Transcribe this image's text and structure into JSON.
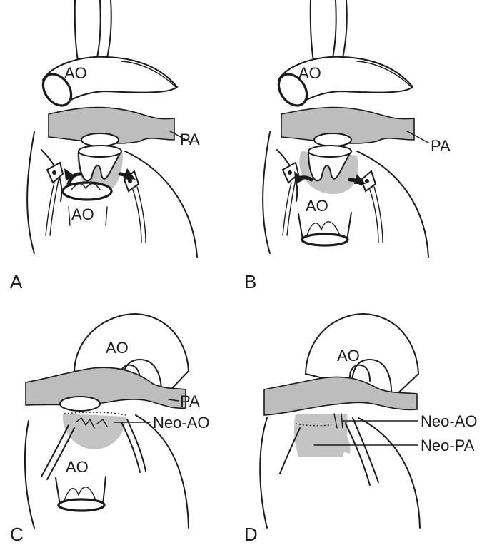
{
  "panels": {
    "a": {
      "letter": "A",
      "ao_top": "AO",
      "pa": "PA",
      "ao_bottom": "AO"
    },
    "b": {
      "letter": "B",
      "ao_top": "AO",
      "pa": "PA",
      "ao_bottom": "AO"
    },
    "c": {
      "letter": "C",
      "ao_top": "AO",
      "pa": "PA",
      "neo_ao": "Neo-AO",
      "ao_bottom": "AO"
    },
    "d": {
      "letter": "D",
      "ao_top": "AO",
      "neo_ao": "Neo-AO",
      "neo_pa": "Neo-PA"
    }
  }
}
